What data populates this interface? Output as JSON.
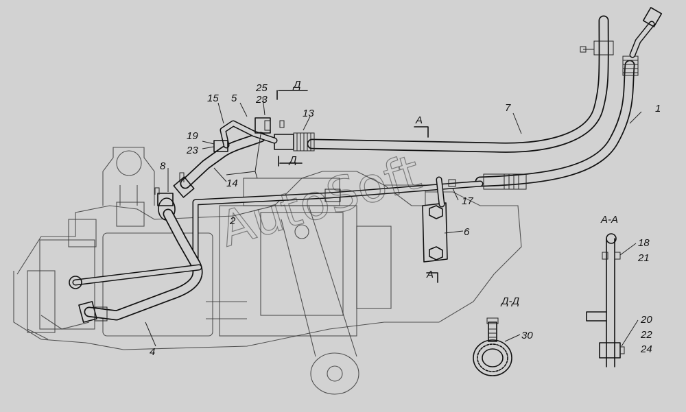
{
  "watermark": "AutoSoft",
  "labels": {
    "n1": "1",
    "n2": "2",
    "n4": "4",
    "n5": "5",
    "n6": "6",
    "n7": "7",
    "n8": "8",
    "n13": "13",
    "n14": "14",
    "n15": "15",
    "n17": "17",
    "n19": "19",
    "n23a": "23",
    "n23b": "23",
    "n25": "25",
    "n30": "30",
    "n18": "18",
    "n21": "21",
    "n20": "20",
    "n22": "22",
    "n24": "24"
  },
  "sections": {
    "aa_title": "А-А",
    "dd_title": "Д-Д",
    "a_mark": "А",
    "d_mark": "Д"
  }
}
